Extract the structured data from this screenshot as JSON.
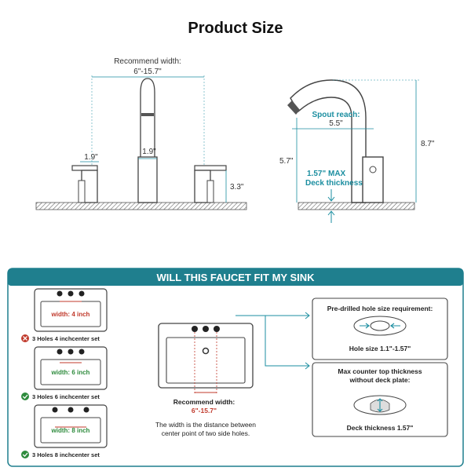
{
  "header": {
    "title": "Product Size"
  },
  "top_left": {
    "recommend_label": "Recommend width:",
    "recommend_range": "6\"-15.7\"",
    "handle_width": "1.9\"",
    "spout_base_width": "1.9\"",
    "handle_height": "3.3\""
  },
  "top_right": {
    "spout_reach_label": "Spout reach:",
    "spout_reach_value": "5.5\"",
    "total_height": "8.7\"",
    "spout_height": "5.7\"",
    "deck_max_label": "1.57\" MAX",
    "deck_thickness_label": "Deck thickness"
  },
  "fit": {
    "banner": "WILL THIS FAUCET FIT MY SINK",
    "options": [
      {
        "width_label": "width: 4 inch",
        "caption": "3 Holes 4 inchcenter set",
        "status": "no"
      },
      {
        "width_label": "width: 6 inch",
        "caption": "3 Holes 6 inchcenter set",
        "status": "yes"
      },
      {
        "width_label": "width: 8 inch",
        "caption": "3 Holes 8 inchcenter set",
        "status": "yes"
      }
    ],
    "center_recommend_label": "Recommend width:",
    "center_recommend_range": "6\"-15.7\"",
    "center_note_line1": "The width is the distance between",
    "center_note_line2": "center point of two side holes.",
    "hole_box_title": "Pre-drilled hole size requirement:",
    "hole_box_value": "Hole size 1.1\"-1.57\"",
    "counter_box_title_line1": "Max counter top thickness",
    "counter_box_title_line2": "without deck plate:",
    "counter_box_value": "Deck thickness 1.57\""
  },
  "colors": {
    "teal": "#1b8ea0",
    "banner": "#1f7f8e",
    "red": "#c0392b",
    "green": "#2e8b3d"
  }
}
